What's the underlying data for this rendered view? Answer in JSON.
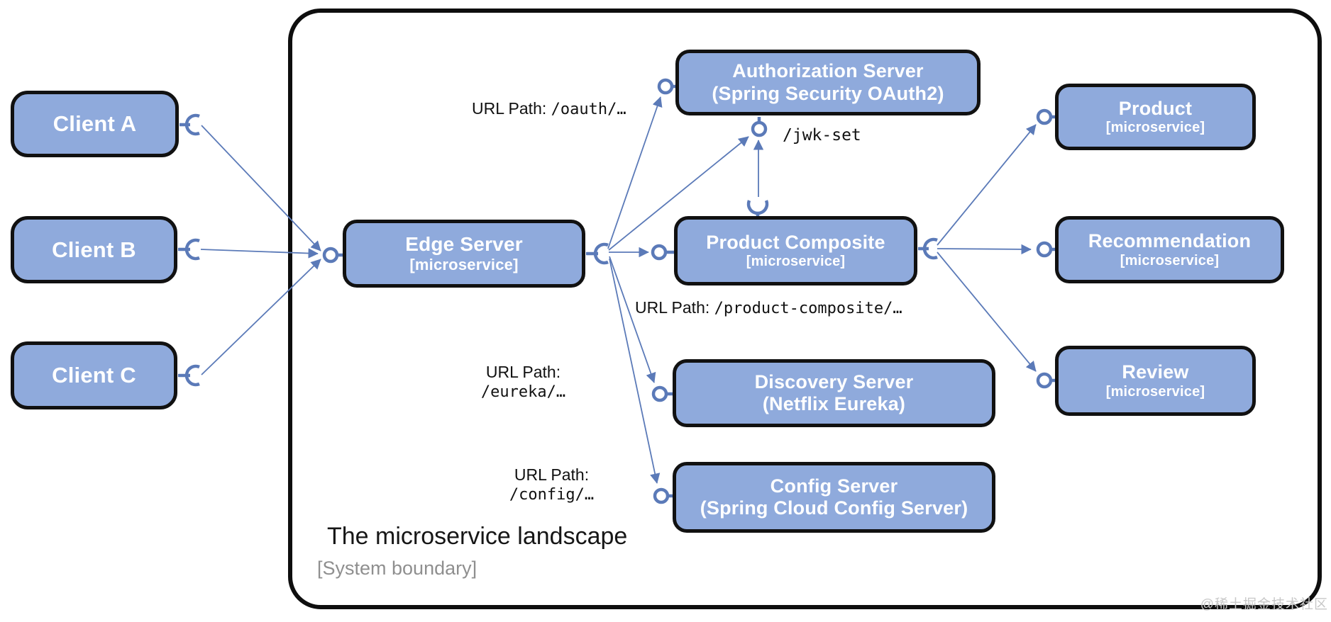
{
  "diagram": {
    "boundary": {
      "title": "The microservice landscape",
      "subtitle": "[System boundary]"
    },
    "nodes": {
      "client_a": {
        "title": "Client A"
      },
      "client_b": {
        "title": "Client B"
      },
      "client_c": {
        "title": "Client C"
      },
      "edge_server": {
        "title": "Edge Server",
        "subtitle": "[microservice]"
      },
      "auth_server": {
        "title": "Authorization Server",
        "subtitle": "(Spring Security OAuth2)"
      },
      "product_composite": {
        "title": "Product Composite",
        "subtitle": "[microservice]"
      },
      "discovery_server": {
        "title": "Discovery Server",
        "subtitle": "(Netflix Eureka)"
      },
      "config_server": {
        "title": "Config Server",
        "subtitle": "(Spring Cloud Config Server)"
      },
      "product": {
        "title": "Product",
        "subtitle": "[microservice]"
      },
      "recommendation": {
        "title": "Recommendation",
        "subtitle": "[microservice]"
      },
      "review": {
        "title": "Review",
        "subtitle": "[microservice]"
      }
    },
    "labels": {
      "oauth": {
        "prefix": "URL Path: ",
        "path": "/oauth/…"
      },
      "product_composite": {
        "prefix": "URL Path: ",
        "path": "/product-composite/…"
      },
      "eureka": {
        "prefix": "URL Path:",
        "path": "/eureka/…"
      },
      "config": {
        "prefix": "URL Path:",
        "path": "/config/…"
      },
      "jwk": {
        "path": "/jwk-set"
      }
    },
    "watermark": "@稀土掘金技术社区",
    "colors": {
      "node_fill": "#8FAADC",
      "node_border": "#111111",
      "connector": "#5B7AB8",
      "title_text": "#161616",
      "muted_text": "#8f8f8f",
      "watermark_text": "#c8c8c8"
    }
  }
}
